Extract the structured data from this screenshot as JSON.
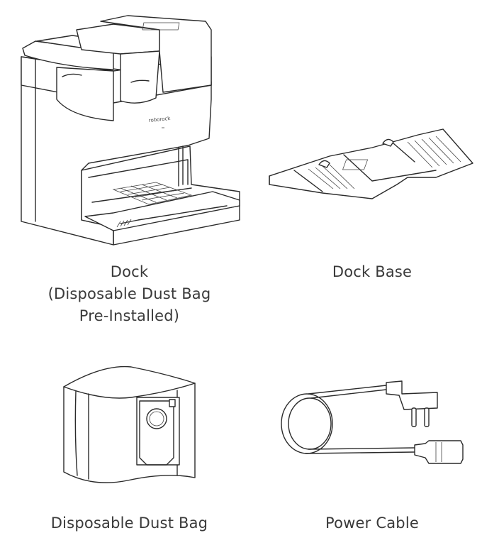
{
  "items": [
    {
      "caption_lines": [
        "Dock",
        "(Disposable Dust Bag",
        "Pre-Installed)"
      ],
      "brand_mark": "roborock"
    },
    {
      "caption_lines": [
        "Dock Base"
      ]
    },
    {
      "caption_lines": [
        "Disposable Dust Bag"
      ]
    },
    {
      "caption_lines": [
        "Power Cable"
      ]
    }
  ]
}
